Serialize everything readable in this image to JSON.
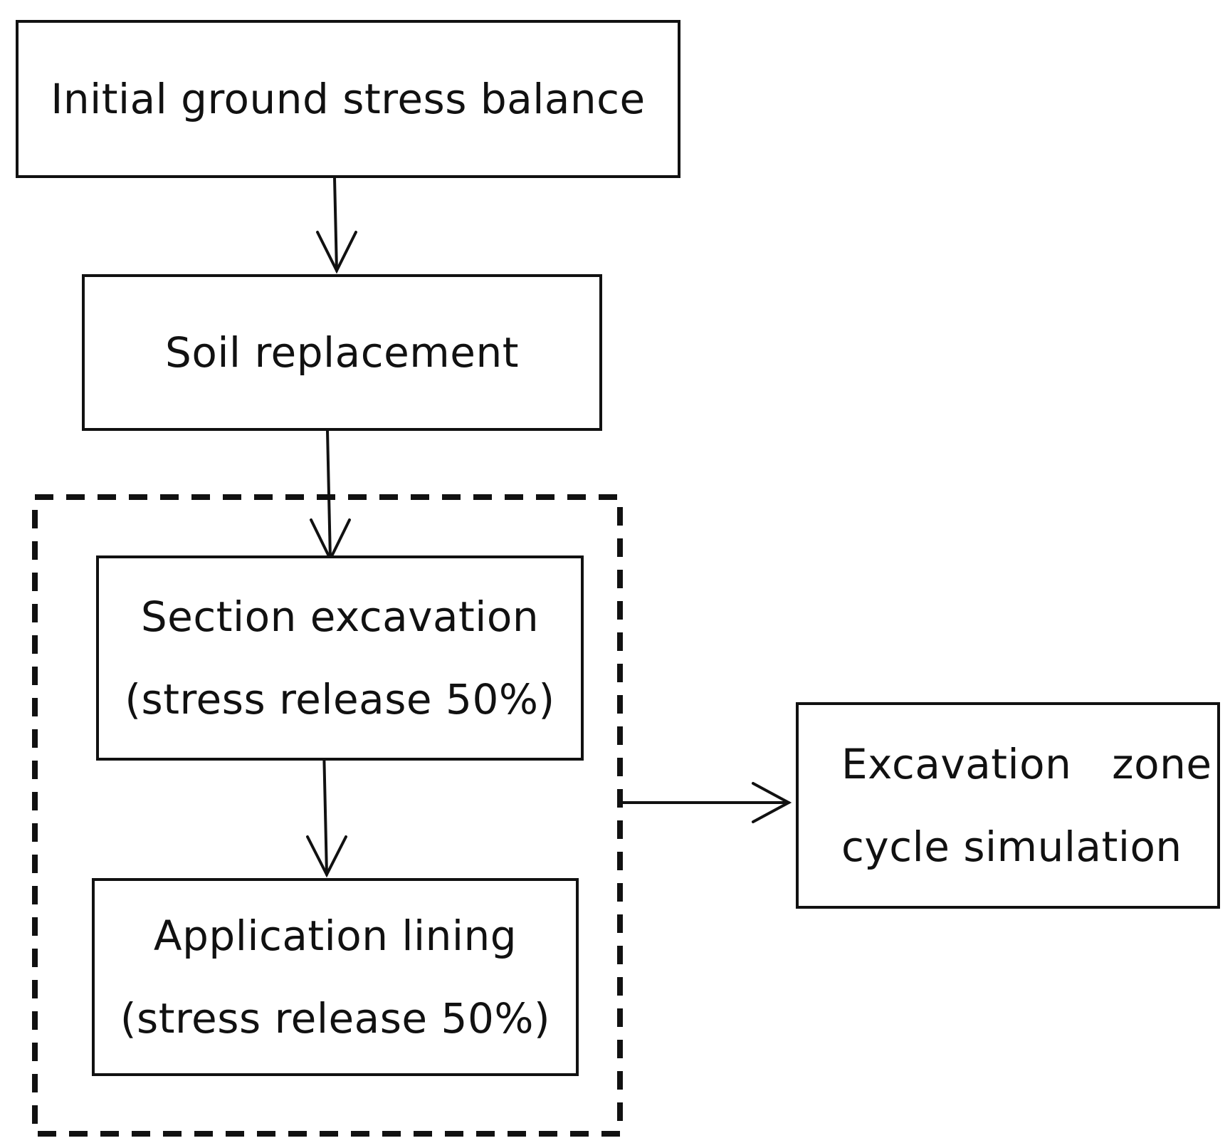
{
  "steps": {
    "initial": {
      "label": "Initial ground stress balance"
    },
    "soil": {
      "label": "Soil replacement"
    },
    "section": {
      "line1": "Section excavation",
      "line2": "(stress release 50%)"
    },
    "lining": {
      "line1": "Application lining",
      "line2": "(stress release 50%)"
    },
    "cycle": {
      "line1": "Excavation   zone",
      "line2": "cycle simulation"
    }
  },
  "colors": {
    "stroke": "#111111",
    "background": "#ffffff"
  }
}
